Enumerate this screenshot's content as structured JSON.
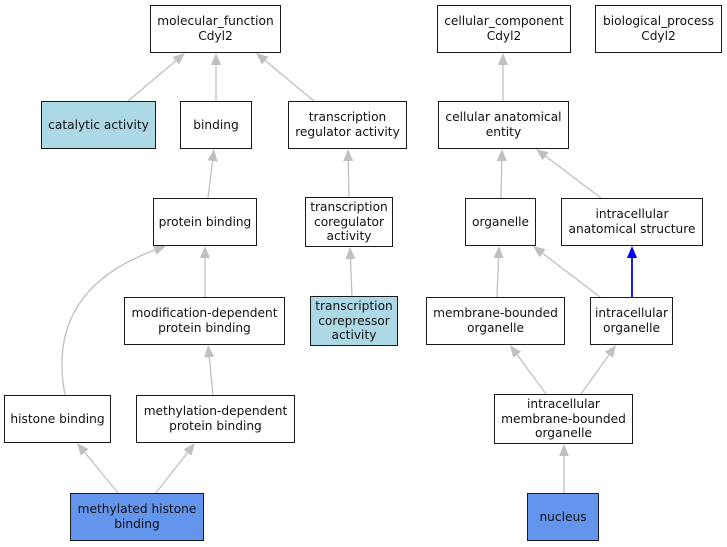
{
  "colors": {
    "default_fill": "#ffffff",
    "light_blue_fill": "#add8e6",
    "cornflower_fill": "#6495ed",
    "edge_gray": "#c0c0c0",
    "edge_blue": "#0000ff"
  },
  "nodes": [
    {
      "id": "molecular_function",
      "label": "molecular_function\nCdyl2",
      "fill": "default"
    },
    {
      "id": "catalytic_activity",
      "label": "catalytic activity",
      "fill": "light_blue"
    },
    {
      "id": "binding",
      "label": "binding",
      "fill": "default"
    },
    {
      "id": "transcription_regulator_activity",
      "label": "transcription\nregulator activity",
      "fill": "default"
    },
    {
      "id": "cellular_component",
      "label": "cellular_component\nCdyl2",
      "fill": "default"
    },
    {
      "id": "biological_process",
      "label": "biological_process\nCdyl2",
      "fill": "default"
    },
    {
      "id": "cellular_anatomical_entity",
      "label": "cellular anatomical\nentity",
      "fill": "default"
    },
    {
      "id": "protein_binding",
      "label": "protein binding",
      "fill": "default"
    },
    {
      "id": "transcription_coregulator_activity",
      "label": "transcription\ncoregulator\nactivity",
      "fill": "default"
    },
    {
      "id": "organelle",
      "label": "organelle",
      "fill": "default"
    },
    {
      "id": "intracellular_anatomical_structure",
      "label": "intracellular\nanatomical structure",
      "fill": "default"
    },
    {
      "id": "modification_dependent_protein_binding",
      "label": "modification-dependent\nprotein binding",
      "fill": "default"
    },
    {
      "id": "transcription_corepressor_activity",
      "label": "transcription\ncorepressor\nactivity",
      "fill": "light_blue"
    },
    {
      "id": "membrane_bounded_organelle",
      "label": "membrane-bounded\norganelle",
      "fill": "default"
    },
    {
      "id": "intracellular_organelle",
      "label": "intracellular\norganelle",
      "fill": "default"
    },
    {
      "id": "histone_binding",
      "label": "histone binding",
      "fill": "default"
    },
    {
      "id": "methylation_dependent_protein_binding",
      "label": "methylation-dependent\nprotein binding",
      "fill": "default"
    },
    {
      "id": "intracellular_membrane_bounded_organelle",
      "label": "intracellular\nmembrane-bounded\norganelle",
      "fill": "default"
    },
    {
      "id": "methylated_histone_binding",
      "label": "methylated histone\nbinding",
      "fill": "cornflower"
    },
    {
      "id": "nucleus",
      "label": "nucleus",
      "fill": "cornflower"
    }
  ],
  "edges": [
    {
      "from": "catalytic_activity",
      "to": "molecular_function",
      "color": "gray"
    },
    {
      "from": "binding",
      "to": "molecular_function",
      "color": "gray"
    },
    {
      "from": "transcription_regulator_activity",
      "to": "molecular_function",
      "color": "gray"
    },
    {
      "from": "cellular_anatomical_entity",
      "to": "cellular_component",
      "color": "gray"
    },
    {
      "from": "protein_binding",
      "to": "binding",
      "color": "gray"
    },
    {
      "from": "transcription_coregulator_activity",
      "to": "transcription_regulator_activity",
      "color": "gray"
    },
    {
      "from": "organelle",
      "to": "cellular_anatomical_entity",
      "color": "gray"
    },
    {
      "from": "intracellular_anatomical_structure",
      "to": "cellular_anatomical_entity",
      "color": "gray"
    },
    {
      "from": "modification_dependent_protein_binding",
      "to": "protein_binding",
      "color": "gray"
    },
    {
      "from": "transcription_corepressor_activity",
      "to": "transcription_coregulator_activity",
      "color": "gray"
    },
    {
      "from": "membrane_bounded_organelle",
      "to": "organelle",
      "color": "gray"
    },
    {
      "from": "intracellular_organelle",
      "to": "organelle",
      "color": "gray"
    },
    {
      "from": "intracellular_organelle",
      "to": "intracellular_anatomical_structure",
      "color": "blue"
    },
    {
      "from": "histone_binding",
      "to": "protein_binding",
      "color": "gray"
    },
    {
      "from": "methylation_dependent_protein_binding",
      "to": "modification_dependent_protein_binding",
      "color": "gray"
    },
    {
      "from": "intracellular_membrane_bounded_organelle",
      "to": "membrane_bounded_organelle",
      "color": "gray"
    },
    {
      "from": "intracellular_membrane_bounded_organelle",
      "to": "intracellular_organelle",
      "color": "gray"
    },
    {
      "from": "methylated_histone_binding",
      "to": "histone_binding",
      "color": "gray"
    },
    {
      "from": "methylated_histone_binding",
      "to": "methylation_dependent_protein_binding",
      "color": "gray"
    },
    {
      "from": "nucleus",
      "to": "intracellular_membrane_bounded_organelle",
      "color": "gray"
    }
  ]
}
